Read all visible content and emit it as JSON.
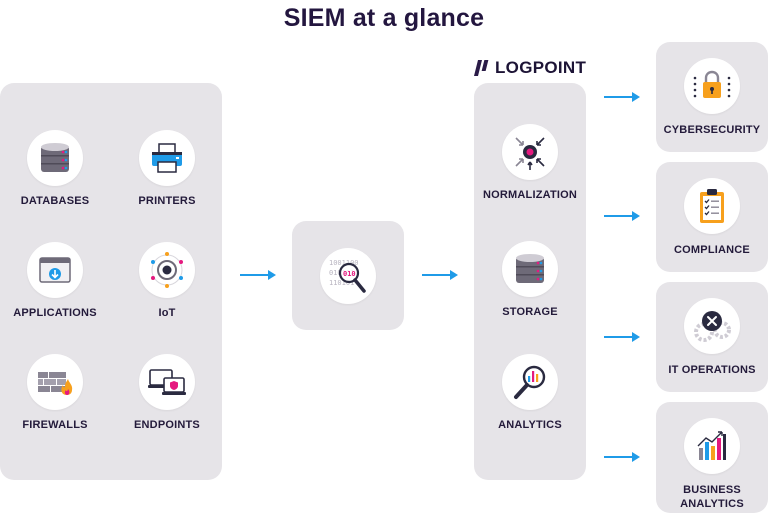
{
  "title": "SIEM at a glance",
  "logo": {
    "text": "LOGPOINT"
  },
  "sources": [
    {
      "label": "DATABASES",
      "icon": "database-icon"
    },
    {
      "label": "PRINTERS",
      "icon": "printer-icon"
    },
    {
      "label": "APPLICATIONS",
      "icon": "application-window-icon"
    },
    {
      "label": "IoT",
      "icon": "iot-network-icon"
    },
    {
      "label": "FIREWALLS",
      "icon": "firewall-icon"
    },
    {
      "label": "ENDPOINTS",
      "icon": "endpoint-laptop-icon"
    }
  ],
  "collector": {
    "icon": "binary-magnifier-icon",
    "binary_lines": [
      "1001100",
      "010101",
      "110101"
    ]
  },
  "processing": [
    {
      "label": "NORMALIZATION",
      "icon": "normalization-icon"
    },
    {
      "label": "STORAGE",
      "icon": "storage-icon"
    },
    {
      "label": "ANALYTICS",
      "icon": "analytics-magnifier-icon"
    }
  ],
  "outcomes": [
    {
      "label": "CYBERSECURITY",
      "icon": "padlock-icon"
    },
    {
      "label": "COMPLIANCE",
      "icon": "clipboard-checklist-icon"
    },
    {
      "label": "IT OPERATIONS",
      "icon": "gears-icon"
    },
    {
      "label": "BUSINESS\nANALYTICS",
      "icon": "bar-chart-icon"
    }
  ],
  "colors": {
    "arrow": "#1f9be8",
    "panel": "#e6e4e8",
    "title": "#23163f",
    "accent_pink": "#e5197f",
    "accent_orange": "#f7a01d",
    "accent_blue": "#1f9be8"
  }
}
